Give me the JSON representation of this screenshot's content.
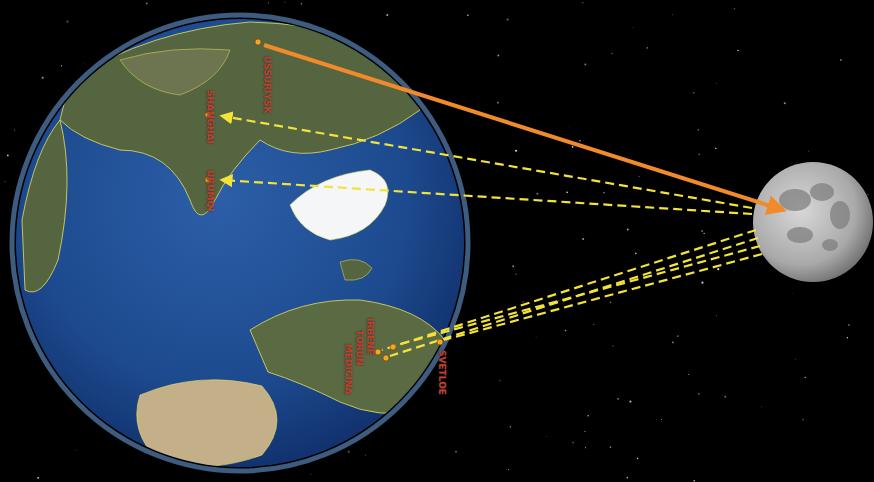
{
  "diagram": {
    "labels": [
      "USSURIYSK",
      "SHANGHAI",
      "URUMQI",
      "IRBENE",
      "TORUN",
      "MEDICINA",
      "SVETLOE"
    ]
  }
}
